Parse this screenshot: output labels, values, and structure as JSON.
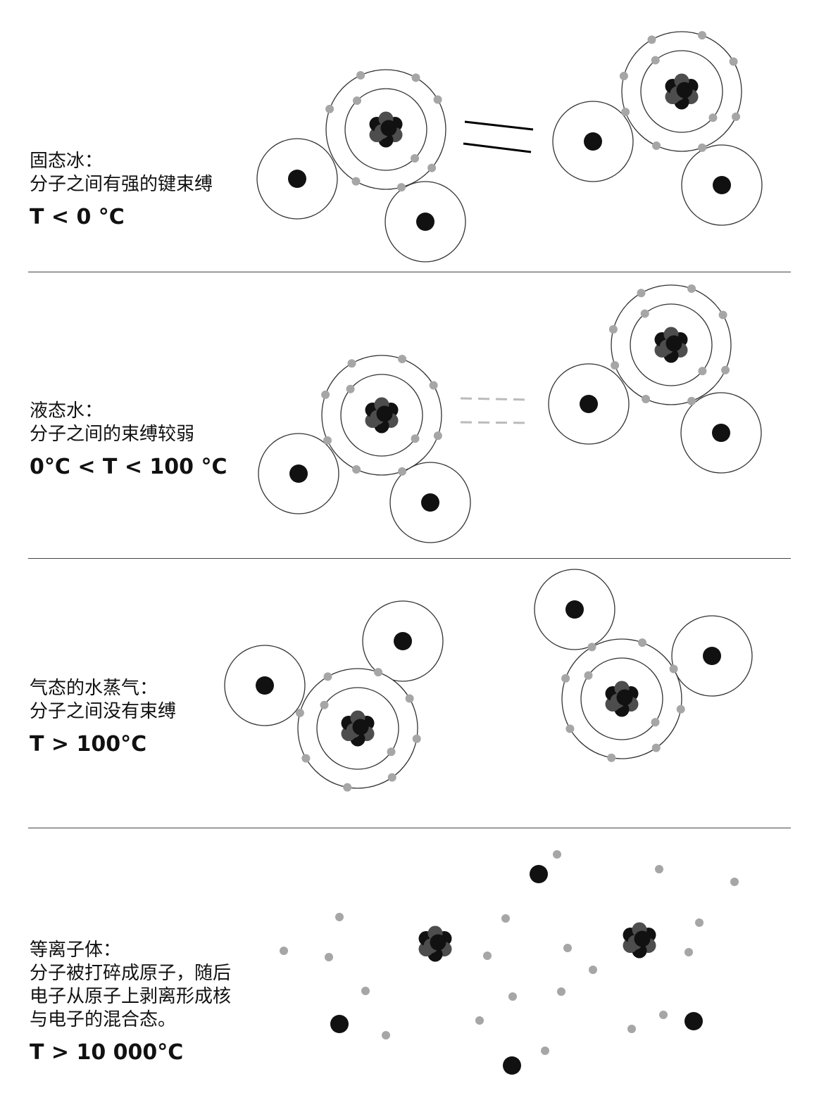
{
  "panels": [
    {
      "lines": [
        "固态冰：",
        "分子之间有强的键束缚"
      ],
      "temp": "T < 0 °C"
    },
    {
      "lines": [
        "液态水：",
        "分子之间的束缚较弱"
      ],
      "temp": "0°C < T < 100 °C"
    },
    {
      "lines": [
        "气态的水蒸气：",
        "分子之间没有束缚"
      ],
      "temp": "T > 100°C"
    },
    {
      "lines": [
        "等离子体：",
        "分子被打碎成原子，随后",
        "电子从原子上剥离形成核",
        "与电子的混合态。"
      ],
      "temp": "T > 10 000°C"
    }
  ],
  "colors": {
    "nucleus_dark": "#111111",
    "nucleus_mid": "#4d4d4d",
    "electron": "#a6a6a6",
    "orbit": "#333333"
  }
}
